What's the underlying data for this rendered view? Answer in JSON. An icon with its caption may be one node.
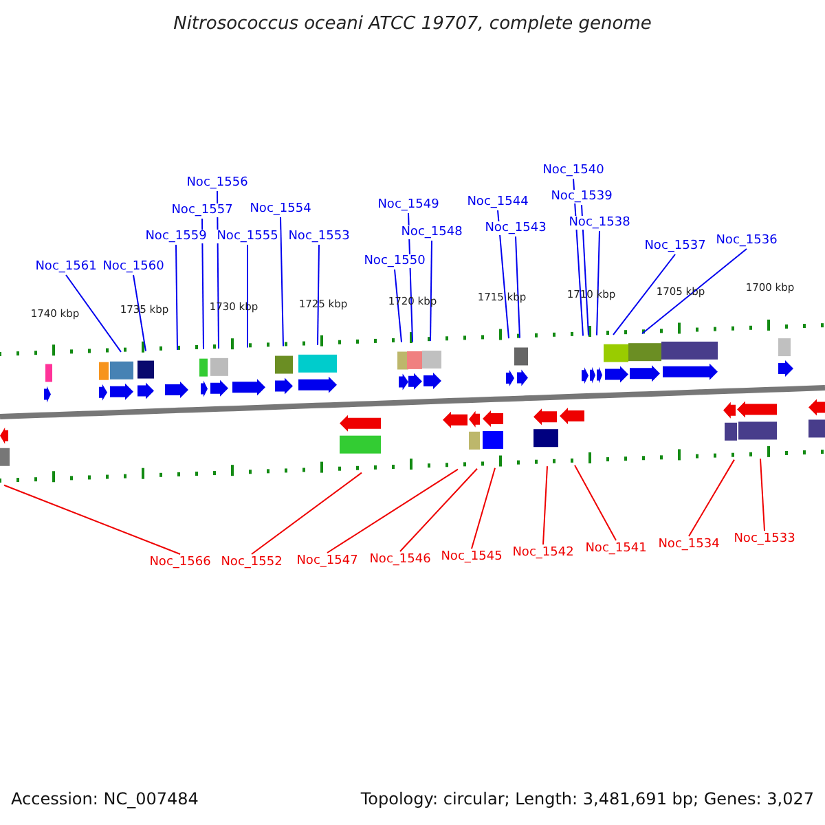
{
  "diagram": {
    "title": "Nitrosococcus oceani ATCC 19707, complete genome",
    "nodes": [
      {
        "text": [
          "Noc_1561"
        ]
      },
      {
        "text": [
          "Noc_1560"
        ]
      },
      {
        "text": [
          "Noc_1559"
        ]
      },
      {
        "text": [
          "Noc_1557"
        ]
      },
      {
        "text": [
          "Noc_1556"
        ]
      },
      {
        "text": [
          "Noc_1555"
        ]
      },
      {
        "text": [
          "Noc_1554"
        ]
      },
      {
        "text": [
          "Noc_1553"
        ]
      },
      {
        "text": [
          "Noc_1550"
        ]
      },
      {
        "text": [
          "Noc_1549"
        ]
      },
      {
        "text": [
          "Noc_1548"
        ]
      },
      {
        "text": [
          "Noc_1544"
        ]
      },
      {
        "text": [
          "Noc_1543"
        ]
      },
      {
        "text": [
          "Noc_1540"
        ]
      },
      {
        "text": [
          "Noc_1539"
        ]
      },
      {
        "text": [
          "Noc_1538"
        ]
      },
      {
        "text": [
          "Noc_1537"
        ]
      },
      {
        "text": [
          "Noc_1536"
        ]
      },
      {
        "text": [
          "Noc_1566"
        ]
      },
      {
        "text": [
          "Noc_1552"
        ]
      },
      {
        "text": [
          "Noc_1547"
        ]
      },
      {
        "text": [
          "Noc_1546"
        ]
      },
      {
        "text": [
          "Noc_1545"
        ]
      },
      {
        "text": [
          "Noc_1542"
        ]
      },
      {
        "text": [
          "Noc_1541"
        ]
      },
      {
        "text": [
          "Noc_1534"
        ]
      },
      {
        "text": [
          "Noc_1533"
        ]
      }
    ],
    "edges": [
      {
        "from": 0,
        "to": null,
        "arrow": "none"
      },
      {
        "from": 1,
        "to": null,
        "arrow": "none"
      },
      {
        "from": 2,
        "to": null,
        "arrow": "none"
      },
      {
        "from": 3,
        "to": null,
        "arrow": "none"
      },
      {
        "from": 4,
        "to": null,
        "arrow": "none"
      },
      {
        "from": 5,
        "to": null,
        "arrow": "none"
      },
      {
        "from": 6,
        "to": null,
        "arrow": "none"
      },
      {
        "from": 7,
        "to": null,
        "arrow": "none"
      },
      {
        "from": 8,
        "to": null,
        "arrow": "none"
      },
      {
        "from": 9,
        "to": null,
        "arrow": "none"
      },
      {
        "from": 10,
        "to": null,
        "arrow": "none"
      },
      {
        "from": 11,
        "to": null,
        "arrow": "none"
      },
      {
        "from": 12,
        "to": null,
        "arrow": "none"
      },
      {
        "from": 13,
        "to": null,
        "arrow": "none"
      },
      {
        "from": 14,
        "to": null,
        "arrow": "none"
      },
      {
        "from": 15,
        "to": null,
        "arrow": "none"
      },
      {
        "from": 16,
        "to": null,
        "arrow": "none"
      },
      {
        "from": 17,
        "to": null,
        "arrow": "none"
      },
      {
        "from": 18,
        "to": null,
        "arrow": "none",
        "color": "#ee0000"
      },
      {
        "from": 19,
        "to": null,
        "arrow": "none",
        "color": "#ee0000"
      },
      {
        "from": 20,
        "to": null,
        "arrow": "none",
        "color": "#ee0000"
      },
      {
        "from": 21,
        "to": null,
        "arrow": "none",
        "color": "#ee0000"
      },
      {
        "from": 22,
        "to": null,
        "arrow": "none",
        "color": "#ee0000"
      },
      {
        "from": 23,
        "to": null,
        "arrow": "none",
        "color": "#ee0000"
      },
      {
        "from": 24,
        "to": null,
        "arrow": "none",
        "color": "#ee0000"
      },
      {
        "from": 25,
        "to": null,
        "arrow": "none",
        "color": "#ee0000"
      },
      {
        "from": 26,
        "to": null,
        "arrow": "none",
        "color": "#ee0000"
      }
    ],
    "labels": [
      "1740 kbp",
      "1735 kbp",
      "1730 kbp",
      "1725 kbp",
      "1720 kbp",
      "1715 kbp",
      "1710 kbp",
      "1705 kbp",
      "1700 kbp",
      "Accession: NC_007484",
      "Topology: circular; Length: 3,481,691 bp; Genes: 3,027"
    ]
  }
}
